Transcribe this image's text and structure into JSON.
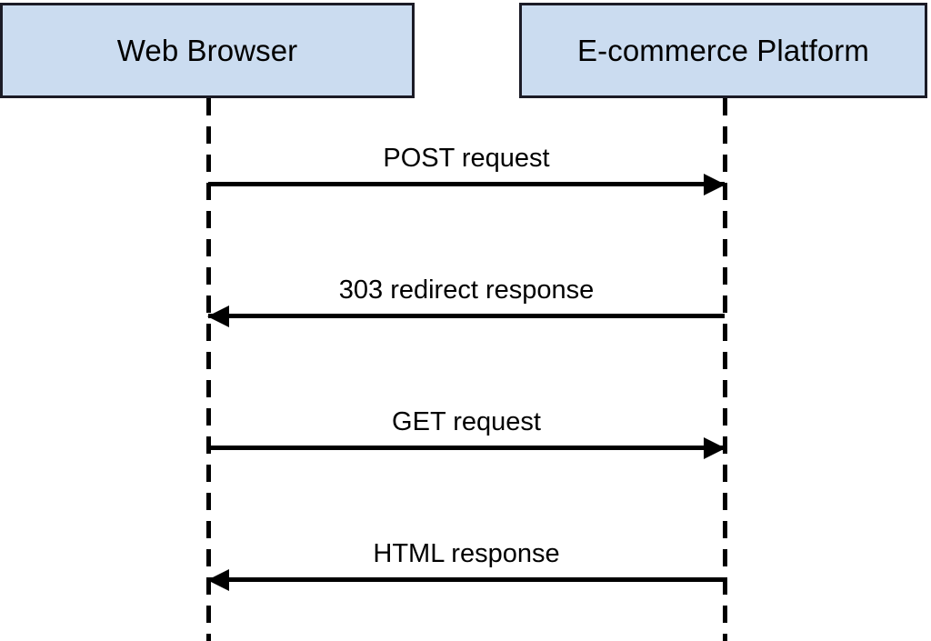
{
  "diagram": {
    "type": "sequence-diagram",
    "background_color": "#ffffff",
    "participants": [
      {
        "id": "web-browser",
        "label": "Web Browser",
        "fill_color": "#cbdcf0",
        "border_color": "#1b1b26"
      },
      {
        "id": "ecommerce-platform",
        "label": "E-commerce Platform",
        "fill_color": "#cbdcf0",
        "border_color": "#1b1b26"
      }
    ],
    "messages": [
      {
        "index": 1,
        "label": "POST request",
        "from": "web-browser",
        "to": "ecommerce-platform",
        "direction": "right",
        "style": "solid",
        "arrow": "filled-triangle",
        "color": "#000000"
      },
      {
        "index": 2,
        "label": "303 redirect response",
        "from": "ecommerce-platform",
        "to": "web-browser",
        "direction": "left",
        "style": "solid",
        "arrow": "filled-triangle",
        "color": "#000000"
      },
      {
        "index": 3,
        "label": "GET request",
        "from": "web-browser",
        "to": "ecommerce-platform",
        "direction": "right",
        "style": "solid",
        "arrow": "filled-triangle",
        "color": "#000000"
      },
      {
        "index": 4,
        "label": "HTML response",
        "from": "ecommerce-platform",
        "to": "web-browser",
        "direction": "left",
        "style": "solid",
        "arrow": "filled-triangle",
        "color": "#000000"
      }
    ],
    "lifelines": {
      "style": "dashed",
      "color": "#000000"
    }
  }
}
